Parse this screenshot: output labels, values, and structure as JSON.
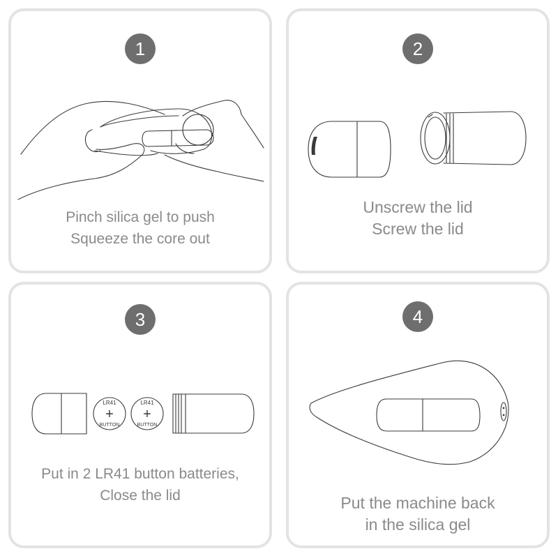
{
  "steps": [
    {
      "number": "1",
      "lines": [
        "Pinch silica gel to push",
        "Squeeze the core out"
      ]
    },
    {
      "number": "2",
      "lines": [
        "Unscrew the lid",
        "Screw the lid"
      ]
    },
    {
      "number": "3",
      "lines": [
        "Put in 2 LR41 button batteries,",
        "Close the lid"
      ]
    },
    {
      "number": "4",
      "lines": [
        "Put the machine back",
        "in the silica gel"
      ]
    }
  ],
  "battery": {
    "model": "LR41",
    "type": "BUTTON",
    "polarity": "+"
  },
  "colors": {
    "badge": "#6e6e6e",
    "caption": "#8a8a8a",
    "border": "#e3e3e3",
    "line": "#3a3a3a"
  }
}
